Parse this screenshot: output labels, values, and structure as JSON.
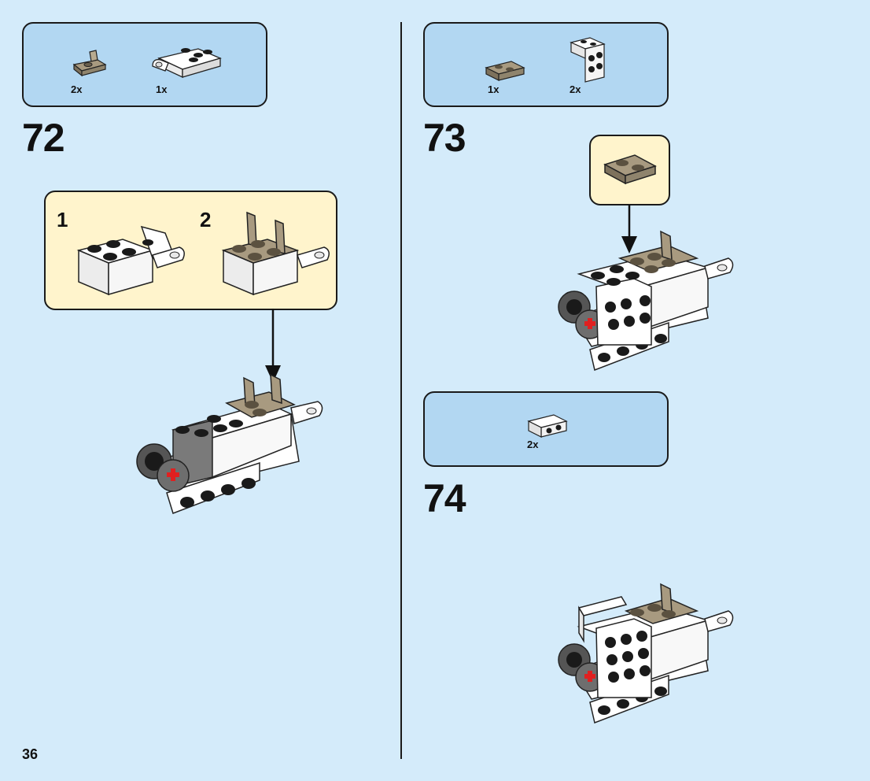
{
  "page": {
    "number": "36"
  },
  "steps": [
    {
      "number": "72",
      "parts": [
        {
          "qty": "2x",
          "icon": "tan-bracket-icon"
        },
        {
          "qty": "1x",
          "icon": "white-clip-plate-icon"
        }
      ],
      "substeps": [
        {
          "number": "1"
        },
        {
          "number": "2"
        }
      ]
    },
    {
      "number": "73",
      "parts": [
        {
          "qty": "1x",
          "icon": "tan-plate-1x2-icon"
        },
        {
          "qty": "2x",
          "icon": "white-bracket-2x2-icon"
        }
      ]
    },
    {
      "number": "74",
      "parts": [
        {
          "qty": "2x",
          "icon": "white-bracket-1x2-icon"
        }
      ]
    }
  ],
  "colors": {
    "background": "#d4ebfa",
    "parts_box": "#b2d7f2",
    "callout": "#fff4cc",
    "tan": "#a89a80",
    "white_brick": "#ffffff",
    "dark_grey": "#6e6e6e",
    "red": "#e02020"
  }
}
